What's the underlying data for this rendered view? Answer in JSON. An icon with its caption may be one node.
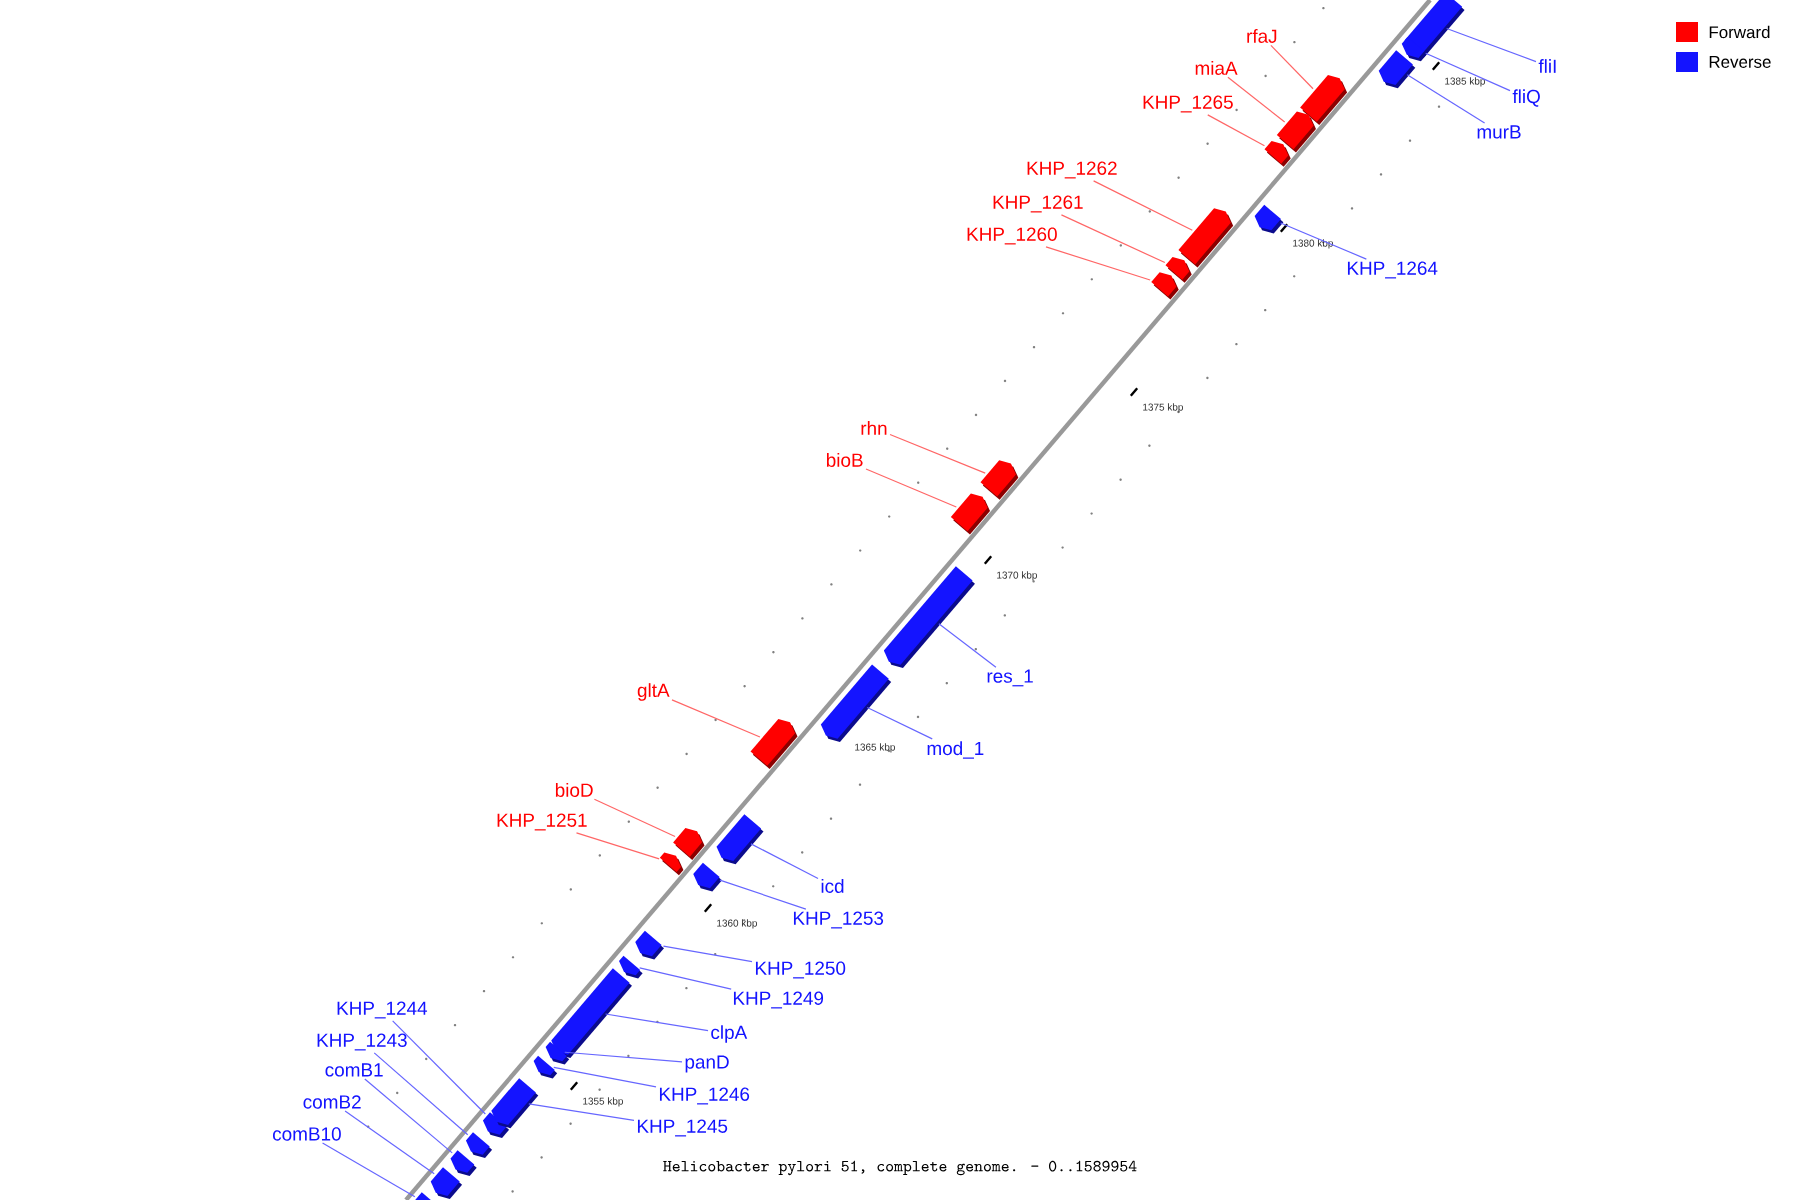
{
  "diagram": {
    "caption": "Helicobacter pylori 51, complete genome. - 0..1589954",
    "nodes": [
      {
        "text": [
          "rfaJ"
        ]
      },
      {
        "text": [],
        "shape": "arrow"
      },
      {
        "text": [
          "fliI"
        ]
      },
      {
        "text": [],
        "shape": "arrow"
      },
      {
        "text": [
          "miaA"
        ]
      },
      {
        "text": [],
        "shape": "arrow"
      },
      {
        "text": [
          "fliQ"
        ]
      },
      {
        "text": [],
        "shape": "arrow"
      },
      {
        "text": [
          "KHP_1265"
        ]
      },
      {
        "text": [],
        "shape": "arrow"
      },
      {
        "text": [
          "murB"
        ]
      },
      {
        "text": [],
        "shape": "arrow"
      },
      {
        "text": [
          "KHP_1262"
        ]
      },
      {
        "text": [],
        "shape": "arrow"
      },
      {
        "text": [
          "KHP_1261"
        ]
      },
      {
        "text": [],
        "shape": "arrow"
      },
      {
        "text": [
          "KHP_1260"
        ]
      },
      {
        "text": [],
        "shape": "arrow"
      },
      {
        "text": [
          "KHP_1264"
        ]
      },
      {
        "text": [],
        "shape": "arrow"
      },
      {
        "text": [
          "rhn"
        ]
      },
      {
        "text": [],
        "shape": "arrow"
      },
      {
        "text": [
          "bioB"
        ]
      },
      {
        "text": [],
        "shape": "arrow"
      },
      {
        "text": [
          "res_1"
        ]
      },
      {
        "text": [],
        "shape": "arrow"
      },
      {
        "text": [
          "gltA"
        ]
      },
      {
        "text": [],
        "shape": "arrow"
      },
      {
        "text": [
          "mod_1"
        ]
      },
      {
        "text": [],
        "shape": "arrow"
      },
      {
        "text": [
          "bioD"
        ]
      },
      {
        "text": [],
        "shape": "arrow"
      },
      {
        "text": [
          "KHP_1251"
        ]
      },
      {
        "text": [],
        "shape": "arrow"
      },
      {
        "text": [
          "icd"
        ]
      },
      {
        "text": [],
        "shape": "arrow"
      },
      {
        "text": [
          "KHP_1253"
        ]
      },
      {
        "text": [],
        "shape": "arrow"
      },
      {
        "text": [
          "KHP_1250"
        ]
      },
      {
        "text": [],
        "shape": "arrow"
      },
      {
        "text": [
          "KHP_1249"
        ]
      },
      {
        "text": [],
        "shape": "arrow"
      },
      {
        "text": [
          "KHP_1244"
        ]
      },
      {
        "text": [],
        "shape": "arrow"
      },
      {
        "text": [
          "clpA"
        ]
      },
      {
        "text": [],
        "shape": "arrow"
      },
      {
        "text": [
          "KHP_1243"
        ]
      },
      {
        "text": [],
        "shape": "arrow"
      },
      {
        "text": [
          "panD"
        ]
      },
      {
        "text": [],
        "shape": "arrow"
      },
      {
        "text": [
          "comB1"
        ]
      },
      {
        "text": [],
        "shape": "arrow"
      },
      {
        "text": [
          "KHP_1246"
        ]
      },
      {
        "text": [],
        "shape": "arrow"
      },
      {
        "text": [
          "comB2"
        ]
      },
      {
        "text": [],
        "shape": "arrow"
      },
      {
        "text": [
          "KHP_1245"
        ]
      },
      {
        "text": [],
        "shape": "arrow"
      },
      {
        "text": [
          "comB10"
        ]
      },
      {
        "text": [],
        "shape": "arrow"
      }
    ],
    "edges": [
      {
        "from": 0,
        "to": 1,
        "arrow": "none",
        "color": "#ff6666"
      },
      {
        "from": 2,
        "to": 3,
        "arrow": "none",
        "color": "#6666ff"
      },
      {
        "from": 4,
        "to": 5,
        "arrow": "none",
        "color": "#ff6666"
      },
      {
        "from": 6,
        "to": 7,
        "arrow": "none",
        "color": "#6666ff"
      },
      {
        "from": 8,
        "to": 9,
        "arrow": "none",
        "color": "#ff6666"
      },
      {
        "from": 10,
        "to": 11,
        "arrow": "none",
        "color": "#6666ff"
      },
      {
        "from": 12,
        "to": 13,
        "arrow": "none",
        "color": "#ff6666"
      },
      {
        "from": 14,
        "to": 15,
        "arrow": "none",
        "color": "#ff6666"
      },
      {
        "from": 16,
        "to": 17,
        "arrow": "none",
        "color": "#ff6666"
      },
      {
        "from": 18,
        "to": 19,
        "arrow": "none",
        "color": "#6666ff"
      },
      {
        "from": 20,
        "to": 21,
        "arrow": "none",
        "color": "#ff6666"
      },
      {
        "from": 22,
        "to": 23,
        "arrow": "none",
        "color": "#ff6666"
      },
      {
        "from": 24,
        "to": 25,
        "arrow": "none",
        "color": "#6666ff"
      },
      {
        "from": 26,
        "to": 27,
        "arrow": "none",
        "color": "#ff6666"
      },
      {
        "from": 28,
        "to": 29,
        "arrow": "none",
        "color": "#6666ff"
      },
      {
        "from": 30,
        "to": 31,
        "arrow": "none",
        "color": "#ff6666"
      },
      {
        "from": 32,
        "to": 33,
        "arrow": "none",
        "color": "#ff6666"
      },
      {
        "from": 34,
        "to": 35,
        "arrow": "none",
        "color": "#6666ff"
      },
      {
        "from": 36,
        "to": 37,
        "arrow": "none",
        "color": "#6666ff"
      },
      {
        "from": 38,
        "to": 39,
        "arrow": "none",
        "color": "#6666ff"
      },
      {
        "from": 40,
        "to": 41,
        "arrow": "none",
        "color": "#6666ff"
      },
      {
        "from": 42,
        "to": 43,
        "arrow": "none",
        "color": "#6666ff"
      },
      {
        "from": 44,
        "to": 45,
        "arrow": "none",
        "color": "#6666ff"
      },
      {
        "from": 46,
        "to": 47,
        "arrow": "none",
        "color": "#6666ff"
      },
      {
        "from": 48,
        "to": 49,
        "arrow": "none",
        "color": "#6666ff"
      },
      {
        "from": 50,
        "to": 51,
        "arrow": "none",
        "color": "#6666ff"
      },
      {
        "from": 52,
        "to": 53,
        "arrow": "none",
        "color": "#6666ff"
      },
      {
        "from": 54,
        "to": 55,
        "arrow": "none",
        "color": "#6666ff"
      },
      {
        "from": 56,
        "to": 57,
        "arrow": "none",
        "color": "#6666ff"
      },
      {
        "from": 58,
        "to": 59,
        "arrow": "none",
        "color": "#6666ff"
      }
    ],
    "labels": [
      "1385 kbp",
      "1380 kbp",
      "1375 kbp",
      "1370 kbp",
      "1365 kbp",
      "1360 kbp",
      "1355 kbp"
    ],
    "legend": [
      {
        "text": "Forward",
        "color": "#ff0000"
      },
      {
        "text": "Reverse",
        "color": "#1414ff"
      }
    ]
  }
}
